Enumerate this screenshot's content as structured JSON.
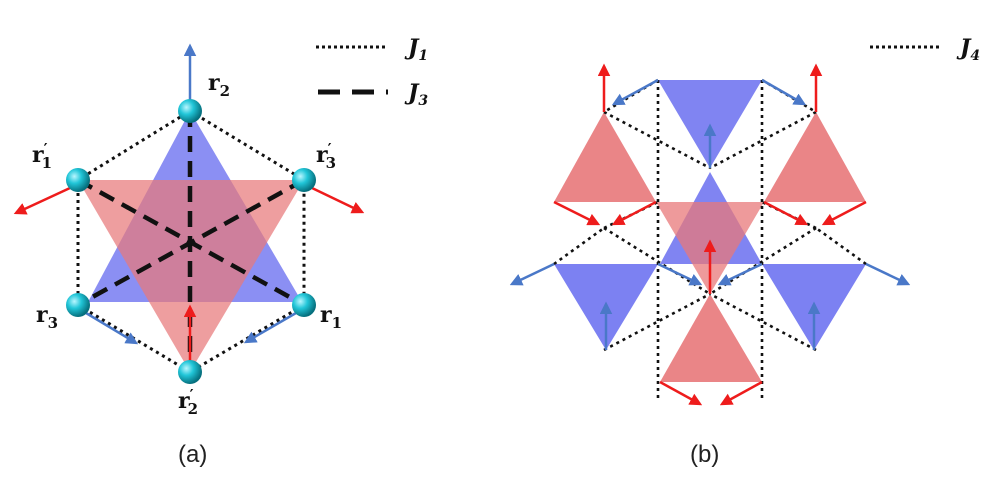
{
  "colors": {
    "blue_fill": "#6a6ff0",
    "red_fill": "#e8787a",
    "blue_arrow": "#4a78c8",
    "red_arrow": "#ee1c1c",
    "atom": "#21c6d8",
    "line": "#111111"
  },
  "panel_a": {
    "label": "(a)",
    "legend": [
      {
        "style": "dotted",
        "symbol": "J",
        "subscript": "1"
      },
      {
        "style": "dashed",
        "symbol": "J",
        "subscript": "3"
      }
    ],
    "sites": [
      {
        "base": "r",
        "sub": "2",
        "prime": ""
      },
      {
        "base": "r",
        "sub": "1",
        "prime": "′"
      },
      {
        "base": "r",
        "sub": "3",
        "prime": "′"
      },
      {
        "base": "r",
        "sub": "3",
        "prime": ""
      },
      {
        "base": "r",
        "sub": "1",
        "prime": ""
      },
      {
        "base": "r",
        "sub": "2",
        "prime": "′"
      }
    ]
  },
  "panel_b": {
    "label": "(b)",
    "legend": [
      {
        "style": "dotted",
        "symbol": "J",
        "subscript": "4"
      }
    ]
  }
}
